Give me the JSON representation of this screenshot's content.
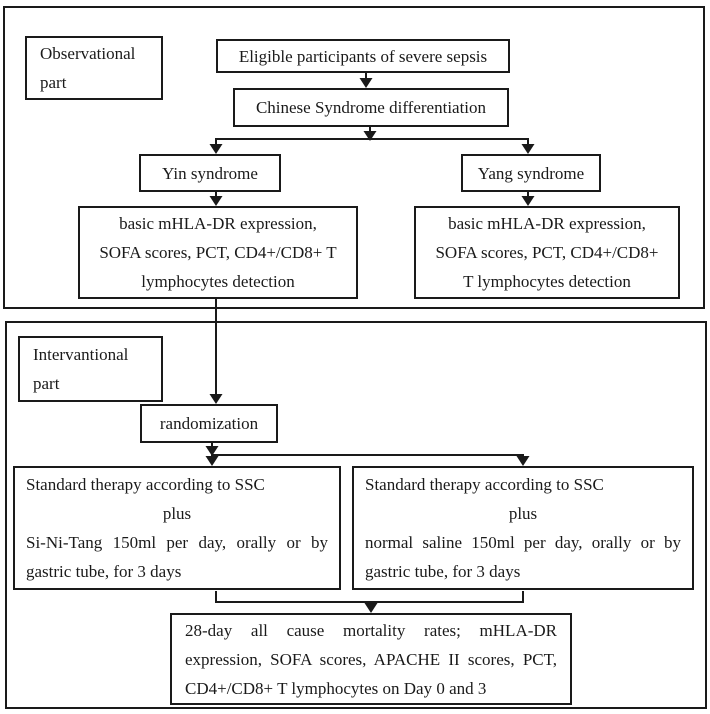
{
  "diagram": {
    "observational_label": {
      "line1": "Observational",
      "line2": "part"
    },
    "eligible": "Eligible participants of severe sepsis",
    "syndrome_differentiation": "Chinese Syndrome differentiation",
    "yin": "Yin syndrome",
    "yang": "Yang syndrome",
    "detection_left": {
      "line1": "basic mHLA-DR expression,",
      "line2": "SOFA scores, PCT, CD4+/CD8+ T",
      "line3": "lymphocytes detection"
    },
    "detection_right": {
      "line1": "basic mHLA-DR expression,",
      "line2": "SOFA scores, PCT, CD4+/CD8+",
      "line3": "T lymphocytes detection"
    },
    "interventional_label": {
      "line1": "Intervantional",
      "line2": "part"
    },
    "randomization": "randomization",
    "therapy_left": {
      "line1": "Standard therapy according to SSC",
      "line2": "plus",
      "line3": "Si-Ni-Tang 150ml per day, orally or by",
      "line4": "gastric tube, for 3 days"
    },
    "therapy_right": {
      "line1": "Standard therapy according to SSC",
      "line2": "plus",
      "line3": "normal saline 150ml per day, orally or by",
      "line4": "gastric tube, for 3 days"
    },
    "outcome": {
      "line1": "28-day all cause mortality rates; mHLA-DR",
      "line2": "expression, SOFA scores, APACHE II scores, PCT,",
      "line3": "CD4+/CD8+ T lymphocytes on Day 0 and 3"
    },
    "colors": {
      "line": "#1a1a1a",
      "background": "#ffffff",
      "text": "#1a1a1a"
    }
  }
}
